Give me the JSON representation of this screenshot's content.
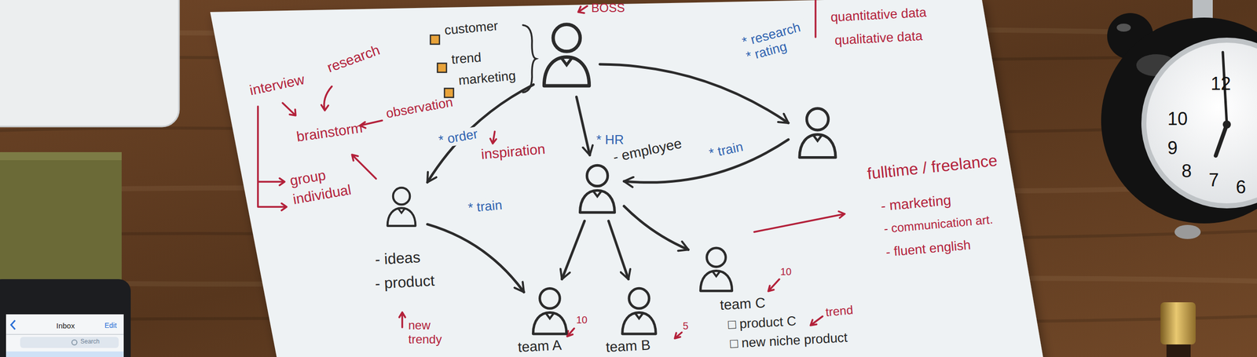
{
  "diagram": {
    "nodes": [
      {
        "text": [
          "BOSS"
        ]
      },
      {
        "text": [
          "- ideas",
          "- product"
        ]
      },
      {
        "text": [
          "* HR",
          "- employee"
        ]
      },
      {
        "text": []
      },
      {
        "text": [
          "team A"
        ]
      },
      {
        "text": [
          "team B"
        ]
      },
      {
        "text": [
          "team C",
          "□ product C",
          "□ new niche product"
        ]
      }
    ],
    "edges": [
      {
        "from": 0,
        "to": 1,
        "arrow": "to",
        "label": "* order"
      },
      {
        "from": 0,
        "to": 2,
        "arrow": "to"
      },
      {
        "from": 0,
        "to": 3,
        "arrow": "to",
        "label": "* research * rating"
      },
      {
        "from": 3,
        "to": 2,
        "arrow": "to",
        "label": "* train"
      },
      {
        "from": 1,
        "to": 4,
        "arrow": "to",
        "label": "* train"
      },
      {
        "from": 2,
        "to": 4,
        "arrow": "to"
      },
      {
        "from": 2,
        "to": 5,
        "arrow": "to"
      },
      {
        "from": 2,
        "to": 6,
        "arrow": "to"
      }
    ],
    "labels": [
      "customer",
      "trend",
      "marketing",
      "interview",
      "research",
      "observation",
      "brainstorm",
      "inspiration",
      "group",
      "individual",
      "quantitative data",
      "qualitative data",
      "fulltime / freelance",
      "- marketing",
      "- communication art.",
      "- fluent english",
      "10",
      "5",
      "10",
      "trend",
      "new trendy",
      "Inbox",
      "Edit",
      "Search",
      "12",
      "10",
      "9",
      "8",
      "7",
      "6"
    ]
  }
}
